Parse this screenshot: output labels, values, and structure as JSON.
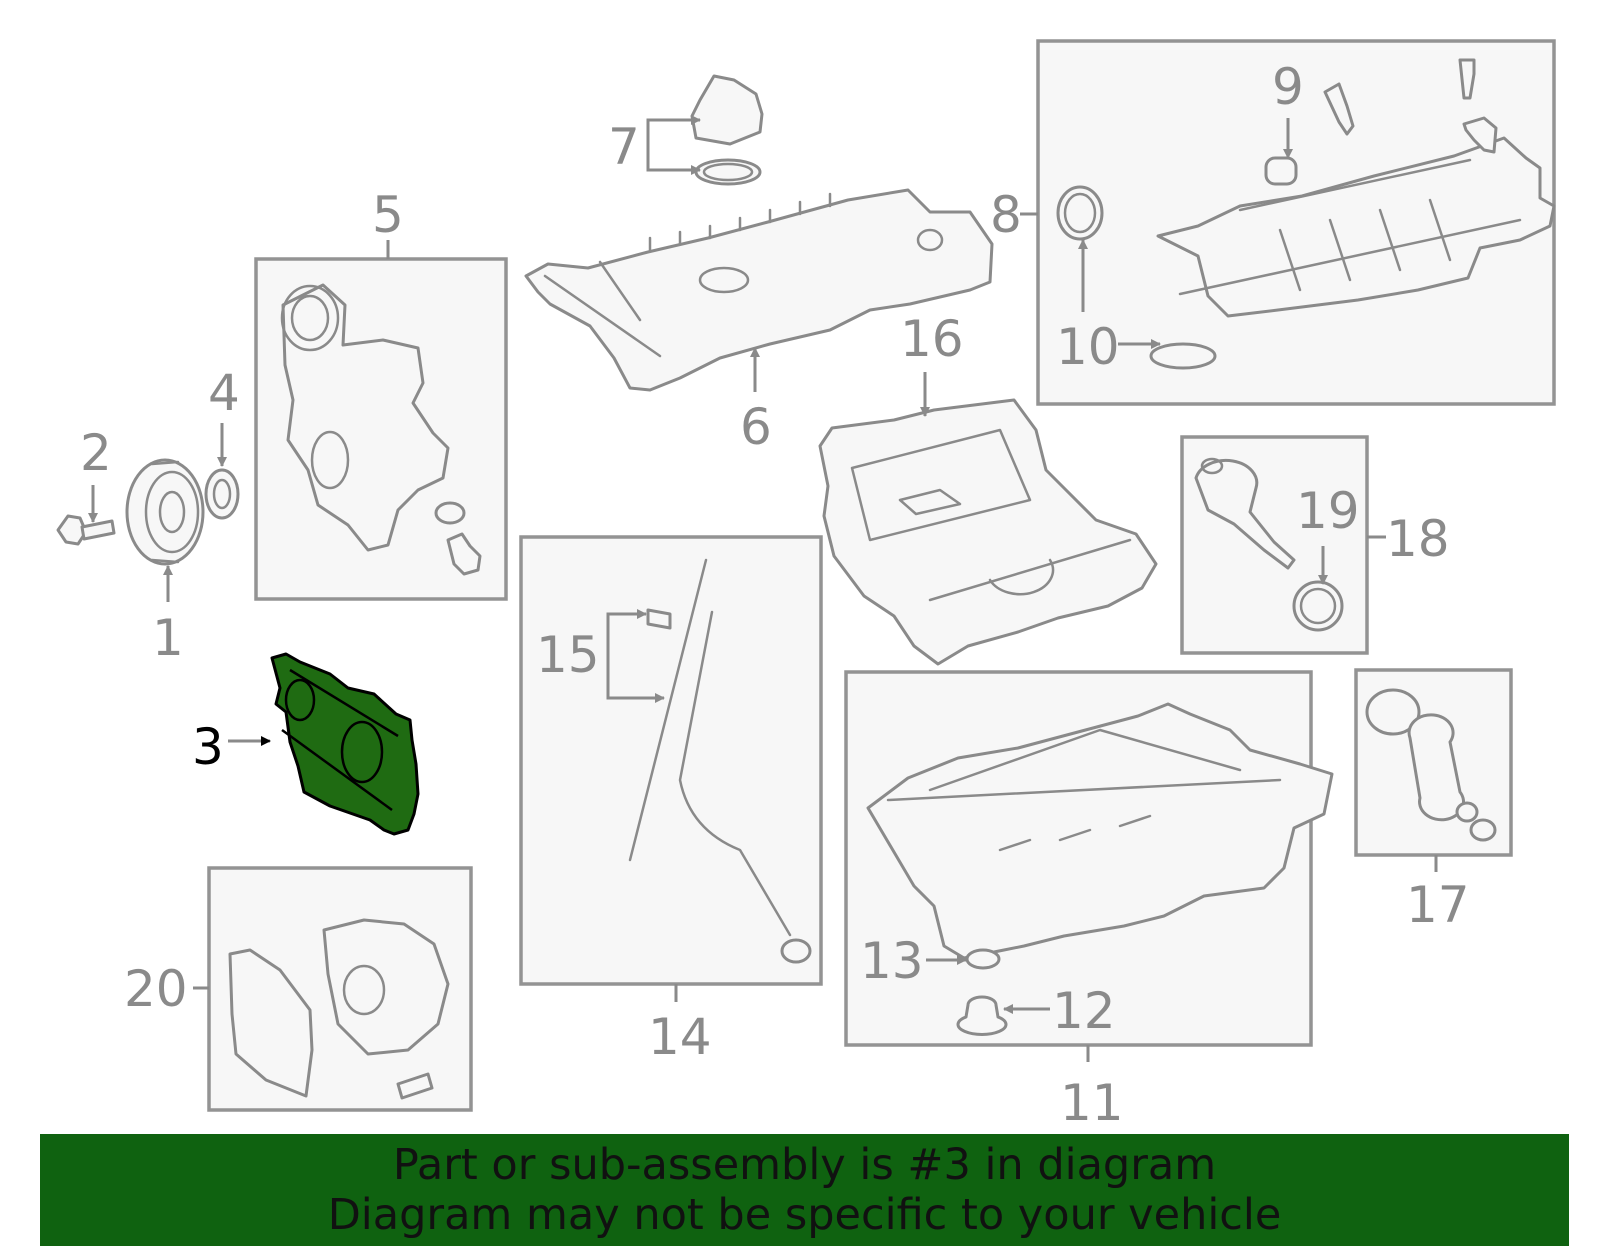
{
  "callouts": {
    "c1": "1",
    "c2": "2",
    "c3": "3",
    "c4": "4",
    "c5": "5",
    "c6": "6",
    "c7": "7",
    "c8": "8",
    "c9": "9",
    "c10": "10",
    "c11": "11",
    "c12": "12",
    "c13": "13",
    "c14": "14",
    "c15": "15",
    "c16": "16",
    "c17": "17",
    "c18": "18",
    "c19": "19",
    "c20": "20"
  },
  "highlighted_part": "3",
  "colors": {
    "highlight_fill": "#1f6b12",
    "banner_background": "#0f6210",
    "line_gray": "#8a8a8a"
  },
  "banner": {
    "line1": "Part or sub-assembly is #3 in diagram",
    "line2": "Diagram may not be specific to your vehicle"
  }
}
